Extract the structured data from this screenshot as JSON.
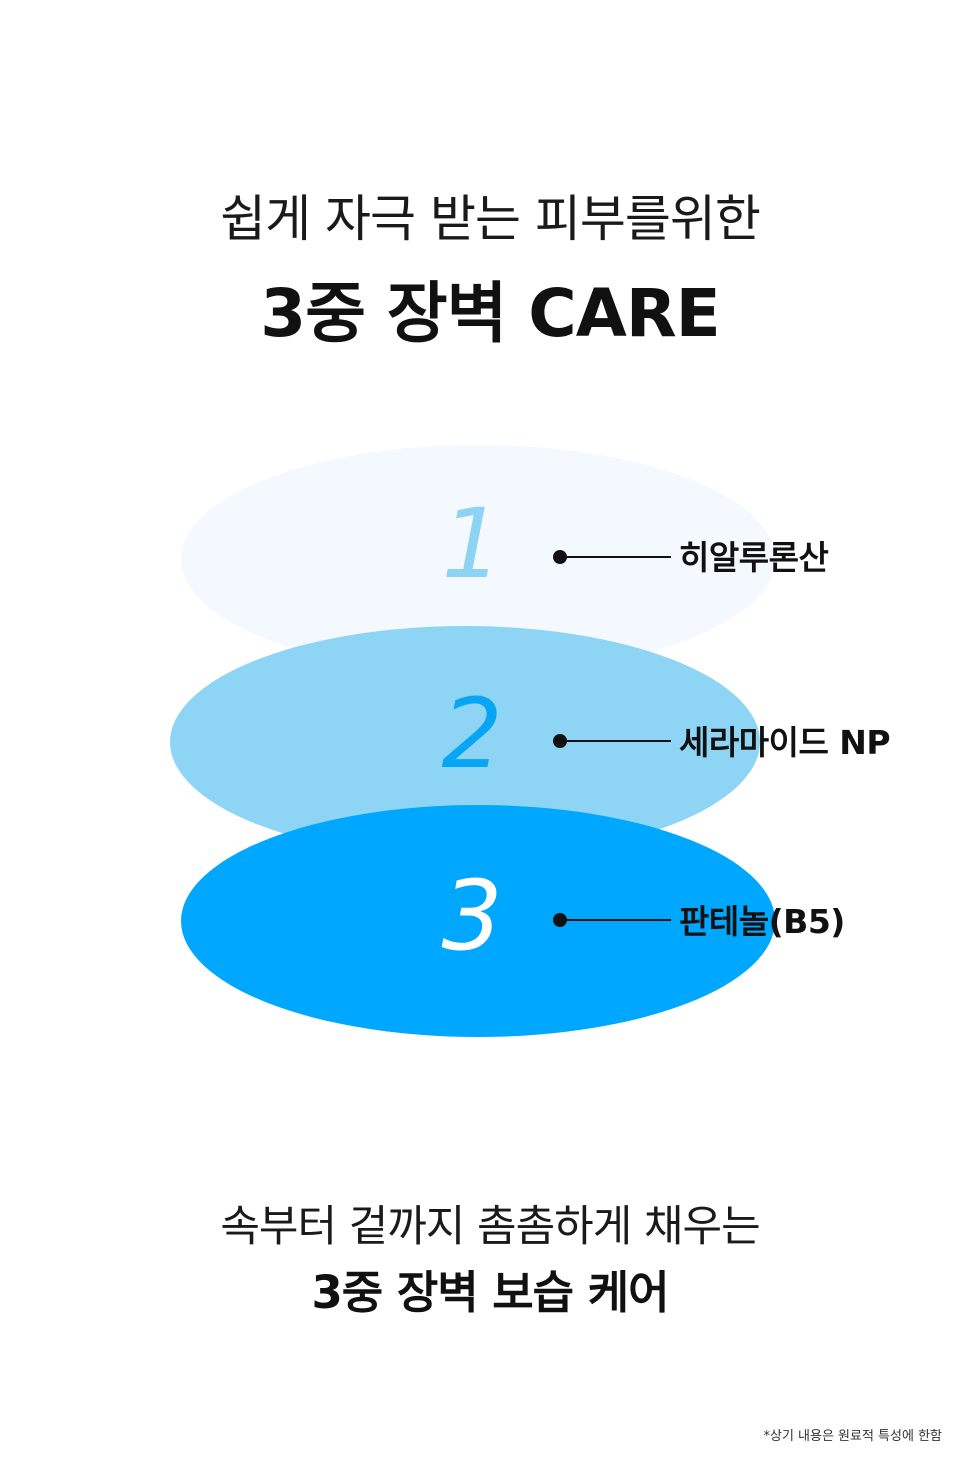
{
  "headline": {
    "sub": "쉽게 자극 받는 피부를위한",
    "main": "3중 장벽 CARE"
  },
  "layers": [
    {
      "number": "1",
      "ingredient": "히알루론산",
      "fill_color": "#f3f9fe",
      "number_color": "#8dd3f3"
    },
    {
      "number": "2",
      "ingredient": "세라마이드 NP",
      "fill_color": "#8ed5f5",
      "number_color": "#07a6f5"
    },
    {
      "number": "3",
      "ingredient": "판테놀(B5)",
      "fill_color": "#00a7fe",
      "number_color": "#ffffff"
    }
  ],
  "bottom": {
    "sub": "속부터 겉까지 촘촘하게 채우는",
    "main": "3중 장벽 보습 케어"
  },
  "footnote": "*상기 내용은 원료적 특성에 한함"
}
